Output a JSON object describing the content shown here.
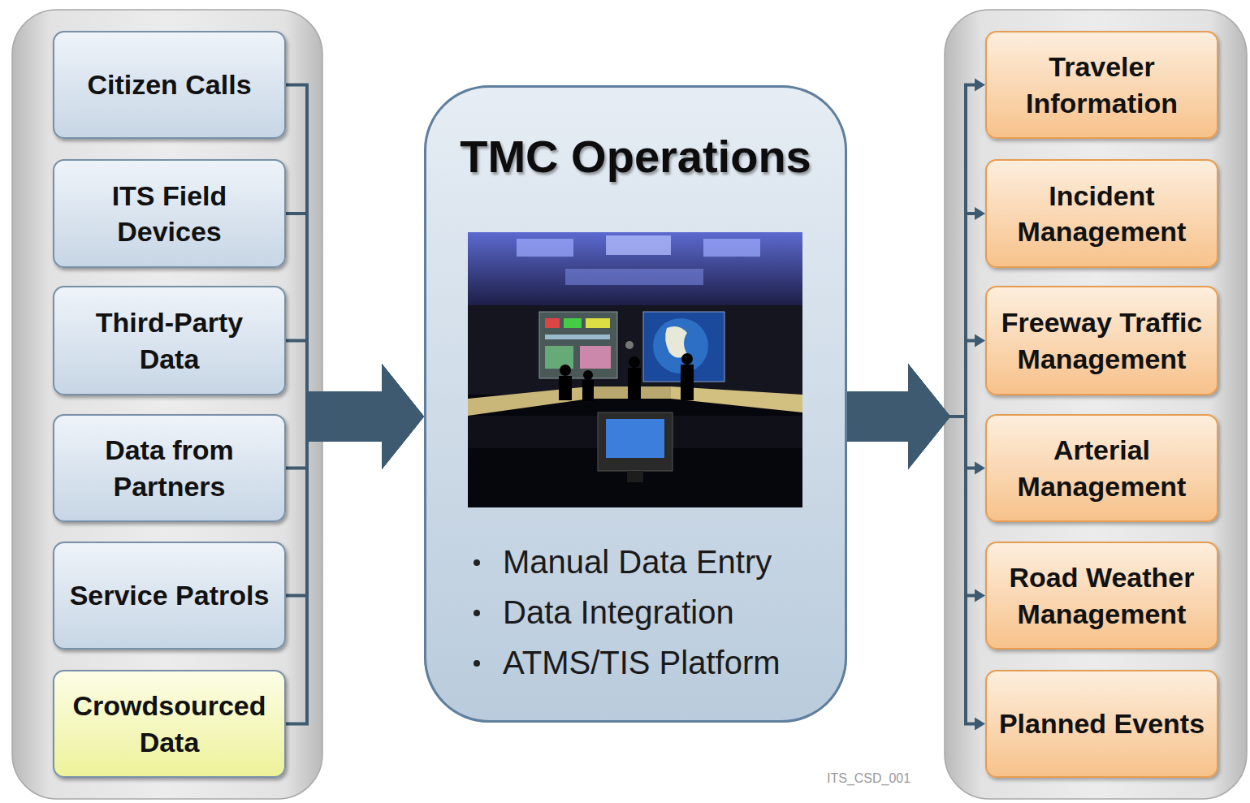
{
  "diagram": {
    "nodes": [
      {
        "text": [
          "Citizen Calls"
        ]
      },
      {
        "text": [
          "ITS Field Devices"
        ]
      },
      {
        "text": [
          "Third-Party Data"
        ]
      },
      {
        "text": [
          "Data from Partners"
        ]
      },
      {
        "text": [
          "Service Patrols"
        ]
      },
      {
        "text": [
          "Crowdsourced Data"
        ]
      },
      {
        "text": [
          "TMC Operations",
          "Manual Data Entry",
          "Data Integration",
          "ATMS/TIS Platform"
        ]
      },
      {
        "text": [
          "Traveler Information"
        ]
      },
      {
        "text": [
          "Incident Management"
        ]
      },
      {
        "text": [
          "Freeway Traffic Management"
        ]
      },
      {
        "text": [
          "Arterial Management"
        ]
      },
      {
        "text": [
          "Road Weather Management"
        ]
      },
      {
        "text": [
          "Planned Events"
        ]
      }
    ],
    "edges": [
      {
        "from": 0,
        "to": 6,
        "arrow": "to"
      },
      {
        "from": 1,
        "to": 6,
        "arrow": "to"
      },
      {
        "from": 2,
        "to": 6,
        "arrow": "to"
      },
      {
        "from": 3,
        "to": 6,
        "arrow": "to"
      },
      {
        "from": 4,
        "to": 6,
        "arrow": "to"
      },
      {
        "from": 5,
        "to": 6,
        "arrow": "to"
      },
      {
        "from": 6,
        "to": 7,
        "arrow": "to"
      },
      {
        "from": 6,
        "to": 8,
        "arrow": "to"
      },
      {
        "from": 6,
        "to": 9,
        "arrow": "to"
      },
      {
        "from": 6,
        "to": 10,
        "arrow": "to"
      },
      {
        "from": 6,
        "to": 11,
        "arrow": "to"
      },
      {
        "from": 6,
        "to": 12,
        "arrow": "to"
      }
    ],
    "labels": [
      "ITS_CSD_001"
    ]
  }
}
